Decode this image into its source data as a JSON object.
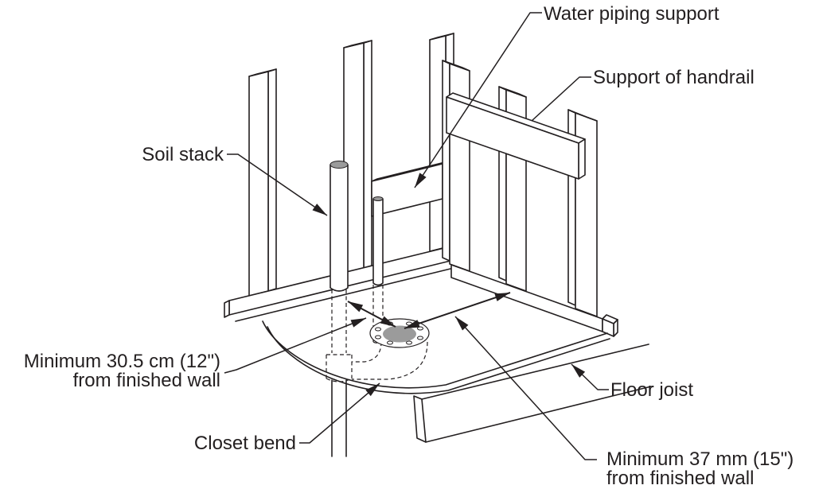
{
  "diagram": {
    "background": "#ffffff",
    "line_color": "#231f20",
    "gray_fill": "#9b9b9b",
    "labels": {
      "water_piping_support": "Water piping support",
      "support_of_handrail": "Support of handrail",
      "soil_stack": "Soil stack",
      "min_from_side_wall_line1": "Minimum 30.5 cm (12\")",
      "min_from_side_wall_line2": "from finished wall",
      "floor_joist": "Floor joist",
      "closet_bend": "Closet bend",
      "min_from_back_wall_line1": "Minimum 37 mm (15\")",
      "min_from_back_wall_line2": "from finished wall"
    }
  }
}
